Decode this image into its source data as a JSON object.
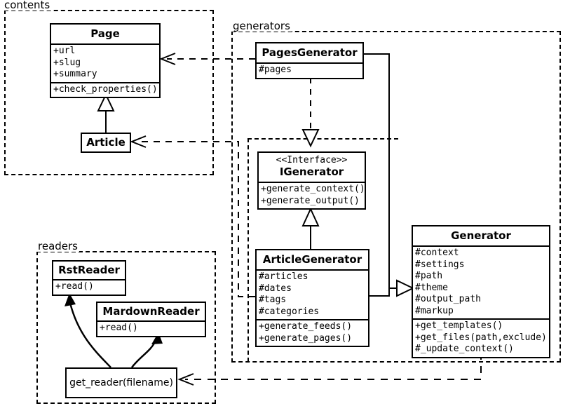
{
  "diagram": {
    "title": "UML class diagram",
    "background": "#ffffff",
    "stroke": "#000000"
  },
  "packages": [
    {
      "id": "contents",
      "label": "contents"
    },
    {
      "id": "generators",
      "label": "generators"
    },
    {
      "id": "readers",
      "label": "readers"
    }
  ],
  "classes": {
    "page": {
      "name": "Page",
      "attributes": [
        "+url",
        "+slug",
        "+summary"
      ],
      "operations": [
        "+check_properties()"
      ]
    },
    "article": {
      "name": "Article",
      "attributes": [],
      "operations": []
    },
    "pages_generator": {
      "name": "PagesGenerator",
      "attributes": [
        "#pages"
      ],
      "operations": []
    },
    "igenerator": {
      "stereotype": "<<Interface>>",
      "name": "IGenerator",
      "attributes": [],
      "operations": [
        "+generate_context()",
        "+generate_output()"
      ]
    },
    "article_generator": {
      "name": "ArticleGenerator",
      "attributes": [
        "#articles",
        "#dates",
        "#tags",
        "#categories"
      ],
      "operations": [
        "+generate_feeds()",
        "+generate_pages()"
      ]
    },
    "generator": {
      "name": "Generator",
      "attributes": [
        "#context",
        "#settings",
        "#path",
        "#theme",
        "#output_path",
        "#markup"
      ],
      "operations": [
        "+get_templates()",
        "+get_files(path,exclude)",
        "#_update_context()"
      ]
    },
    "rst_reader": {
      "name": "RstReader",
      "attributes": [],
      "operations": [
        "+read()"
      ]
    },
    "mardown_reader": {
      "name": "MardownReader",
      "attributes": [],
      "operations": [
        "+read()"
      ]
    },
    "get_reader": {
      "name": "get_reader(filename)"
    }
  },
  "relationships": [
    {
      "id": "article-inherits-page",
      "type": "generalization",
      "from": "Article",
      "to": "Page"
    },
    {
      "id": "pagesgenerator-realizes-igenerator",
      "type": "realization",
      "from": "PagesGenerator",
      "to": "IGenerator"
    },
    {
      "id": "articlegenerator-realizes-igenerator",
      "type": "realization",
      "from": "ArticleGenerator",
      "to": "IGenerator"
    },
    {
      "id": "pagesgenerator-inherits-generator",
      "type": "generalization",
      "from": "PagesGenerator",
      "to": "Generator"
    },
    {
      "id": "articlegenerator-inherits-generator",
      "type": "generalization",
      "from": "ArticleGenerator",
      "to": "Generator"
    },
    {
      "id": "pagesgenerator-uses-page",
      "type": "dependency",
      "from": "PagesGenerator",
      "to": "Page"
    },
    {
      "id": "articlegenerator-uses-article",
      "type": "dependency",
      "from": "ArticleGenerator",
      "to": "Article"
    },
    {
      "id": "generator-uses-get-reader",
      "type": "dependency",
      "from": "Generator",
      "to": "get_reader(filename)"
    },
    {
      "id": "get-reader-creates-rstreader",
      "type": "creates",
      "from": "get_reader(filename)",
      "to": "RstReader"
    },
    {
      "id": "get-reader-creates-mardownreader",
      "type": "creates",
      "from": "get_reader(filename)",
      "to": "MardownReader"
    }
  ]
}
